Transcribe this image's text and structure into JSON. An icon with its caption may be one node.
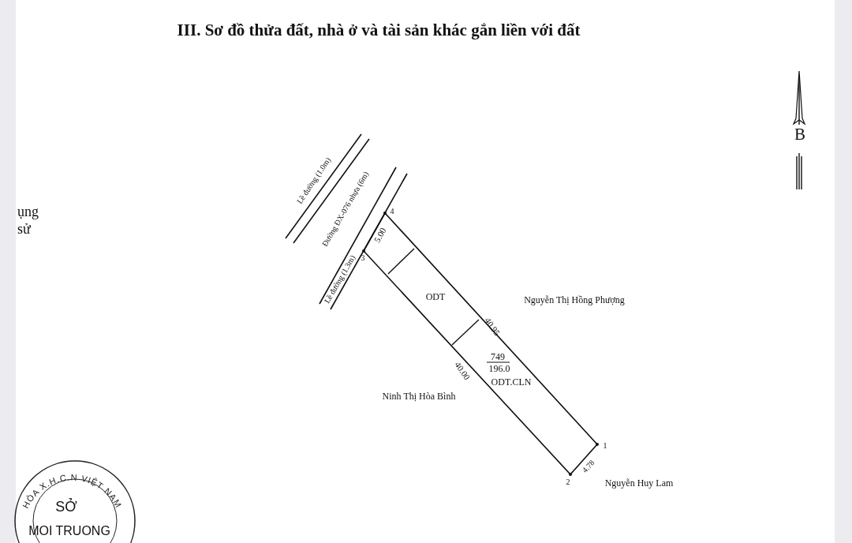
{
  "diagram": {
    "title": "III. Sơ đồ thửa đất, nhà ở và tài sản khác gắn liền với đất",
    "nodes": [
      {
        "text": [
          "ODT",
          "749",
          "196.0",
          "ODT.CLN"
        ],
        "beside": [
          "4",
          "3",
          "1",
          "2"
        ]
      }
    ],
    "edges": [],
    "labels": [
      "ụng",
      "sử",
      "Lề đường (1.0m)",
      "Đường ĐX-076 nhựa (6m)",
      "Lề đường (1.3m)",
      "5.00",
      "40.95",
      "40.00",
      "Nguyễn Thị Hồng Phượng",
      "Ninh Thị Hòa Bình",
      "4.78",
      "Nguyễn Huy Lam",
      "B",
      "HÒA X.H.C.N VIỆT NAM",
      "SỞ",
      "MOI TRUONG"
    ]
  }
}
